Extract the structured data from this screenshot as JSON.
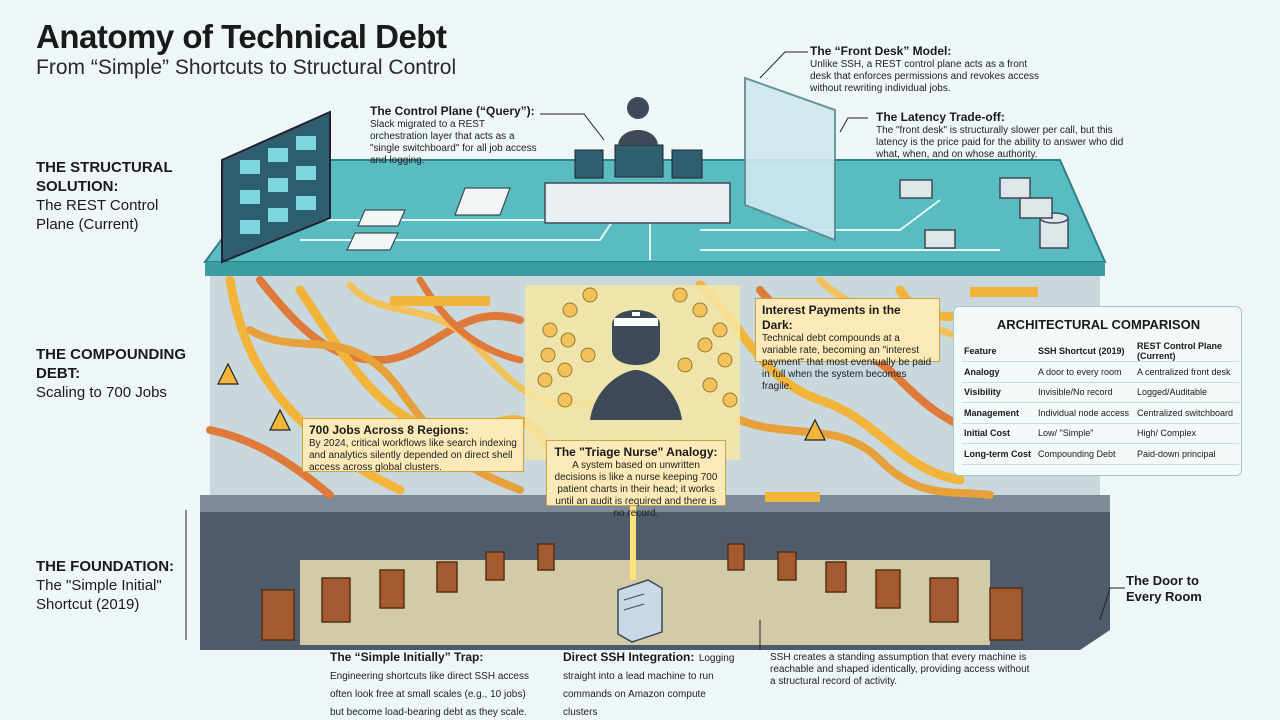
{
  "title": "Anatomy of Technical Debt",
  "subtitle": "From “Simple” Shortcuts to Structural Control",
  "sections": {
    "structural": {
      "head": "THE STRUCTURAL SOLUTION:",
      "body": "The REST Control Plane (Current)"
    },
    "compounding": {
      "head": "THE COMPOUNDING DEBT:",
      "body": "Scaling to 700 Jobs"
    },
    "foundation": {
      "head": "THE FOUNDATION:",
      "body": "The \"Simple Initial\" Shortcut (2019)"
    }
  },
  "callouts": {
    "front_desk": {
      "head": "The “Front Desk” Model:",
      "body": "Unlike SSH, a REST control plane acts as a front desk that enforces permissions and revokes access without rewriting individual jobs."
    },
    "control_plane": {
      "head": "The Control Plane (“Query”):",
      "body": "Slack migrated to a REST orchestration layer that acts as a \"single switchboard\" for all job access and logging."
    },
    "latency": {
      "head": "The Latency Trade-off:",
      "body": "The \"front desk\" is structurally slower per call, but this latency is the price paid for the ability to answer who did what, when, and on whose authority."
    },
    "interest": {
      "head": "Interest Payments in the Dark:",
      "body": "Technical debt compounds at a variable rate, becoming an \"interest payment\" that most eventually be paid in full when the system becomes fragile."
    },
    "jobs": {
      "head": "700 Jobs Across 8 Regions:",
      "body": "By 2024, critical workflows like search indexing and analytics silently depended on direct shell access across global clusters."
    },
    "triage": {
      "head": "The \"Triage Nurse\" Analogy:",
      "body": "A system based on unwritten decisions is like a nurse keeping 700 patient charts in their head; it works until an audit is required and there is no record."
    },
    "door": {
      "head": "The Door to Every Room"
    },
    "trap": {
      "head": "The “Simple Initially” Trap:",
      "body": "Engineering shortcuts like direct SSH access often look free at small scales (e.g., 10 jobs) but become load-bearing debt as they scale."
    },
    "ssh_integration": {
      "head": "Direct SSH Integration:",
      "body": "Logging straight into a lead machine to run commands on Amazon compute clusters"
    },
    "standing": {
      "body": "SSH creates a standing assumption that every machine is reachable and shaped identically, providing access without a structural record of activity."
    }
  },
  "comparison": {
    "title": "ARCHITECTURAL COMPARISON",
    "headers": [
      "Feature",
      "SSH Shortcut (2019)",
      "REST Control Plane (Current)"
    ],
    "rows": [
      [
        "Analogy",
        "A door to every room",
        "A centralized front desk"
      ],
      [
        "Visibility",
        "Invisible/No record",
        "Logged/Auditable"
      ],
      [
        "Management",
        "Individual node access",
        "Centralized switchboard"
      ],
      [
        "Initial Cost",
        "Low/ \"Simple\"",
        "High/ Complex"
      ],
      [
        "Long-term Cost",
        "Compounding Debt",
        "Paid-down principal"
      ]
    ]
  },
  "colors": {
    "teal": "#4fb8bd",
    "pipe": "#f2b53a",
    "pipe_orange": "#e07a3a",
    "stone": "#4d5b6b",
    "callout": "#fbe9b7"
  }
}
